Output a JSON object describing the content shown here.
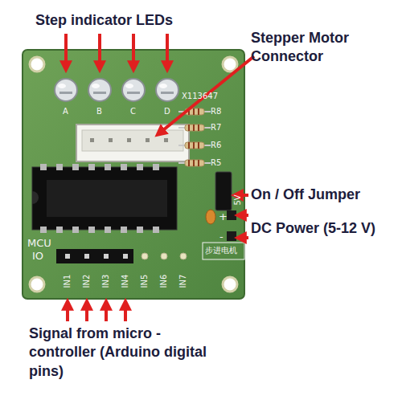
{
  "diagram": {
    "labels": [
      "Step indicator LEDs",
      "Stepper Motor Connector",
      "On / Off Jumper",
      "DC Power (5-12 V)",
      "Signal from micro - controller (Arduino digital pins)",
      "A",
      "B",
      "C",
      "D",
      "X113647",
      "R8",
      "R7",
      "R6",
      "R5",
      "5V",
      "+",
      "-",
      "MCU",
      "IO",
      "IN1",
      "IN2",
      "IN3",
      "IN4",
      "IN5",
      "IN6",
      "IN7",
      "步进电机"
    ]
  }
}
